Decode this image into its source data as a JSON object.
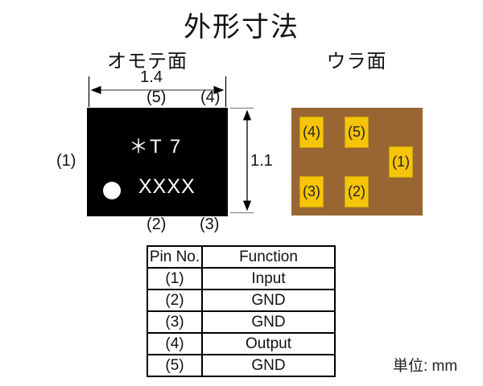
{
  "title": "外形寸法",
  "unit_note": "単位: mm",
  "front": {
    "label": "オモテ面",
    "width_dim": "1.4",
    "height_dim": "1.1",
    "marking_line1": "＊T 7",
    "marking_line2": "XXXX",
    "pins": {
      "left": "(1)",
      "top_mid": "(5)",
      "top_right": "(4)",
      "bottom_mid": "(2)",
      "bottom_right": "(3)"
    }
  },
  "back": {
    "label": "ウラ面",
    "pads": {
      "p1": "(1)",
      "p2": "(2)",
      "p3": "(3)",
      "p4": "(4)",
      "p5": "(5)"
    }
  },
  "table": {
    "headers": [
      "Pin No.",
      "Function"
    ],
    "rows": [
      [
        "(1)",
        "Input"
      ],
      [
        "(2)",
        "GND"
      ],
      [
        "(3)",
        "GND"
      ],
      [
        "(4)",
        "Output"
      ],
      [
        "(5)",
        "GND"
      ]
    ]
  },
  "colors": {
    "front_package": "#000000",
    "back_package": "#996633",
    "pad_fill": "#F6C408",
    "marking_text": "#ffffff"
  }
}
